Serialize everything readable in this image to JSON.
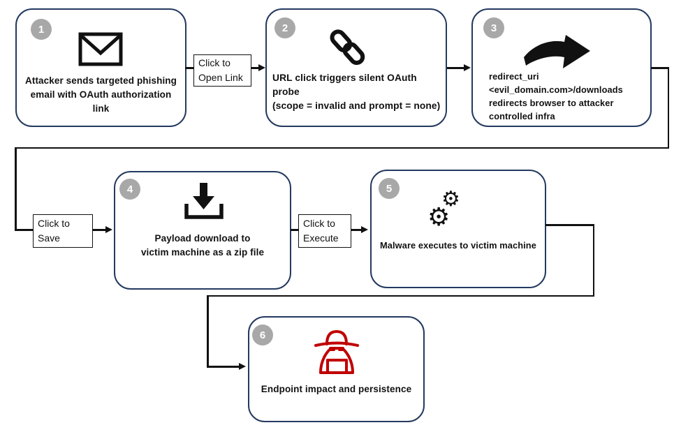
{
  "diagram": {
    "title": "OAuth phishing attack chain flowchart",
    "colors": {
      "background": "#ffffff",
      "box_border": "#24395f",
      "badge_fill": "#a8a8a8",
      "badge_text": "#ffffff",
      "connector_line": "#111111",
      "label_border": "#111111",
      "text": "#111111",
      "danger_icon": "#c00000"
    },
    "steps": [
      {
        "number": "1",
        "icon": "envelope-icon",
        "text": "Attacker sends targeted phishing\nemail with OAuth authorization link"
      },
      {
        "number": "2",
        "icon": "chain-link-icon",
        "text": "URL click triggers silent OAuth probe\n(scope = invalid and prompt = none)"
      },
      {
        "number": "3",
        "icon": "curved-arrow-icon",
        "text": "redirect_uri\n<evil_domain.com>/downloads\nredirects browser to attacker\ncontrolled infra"
      },
      {
        "number": "4",
        "icon": "download-icon",
        "text": "Payload download to\nvictim machine as a zip file"
      },
      {
        "number": "5",
        "icon": "gears-icon",
        "text": "Malware executes to victim machine"
      },
      {
        "number": "6",
        "icon": "hacker-icon",
        "text": "Endpoint impact and persistence"
      }
    ],
    "connector_labels": [
      {
        "text": "Click to\nOpen Link"
      },
      {
        "text": "Click to\nSave"
      },
      {
        "text": "Click to\nExecute"
      }
    ]
  }
}
